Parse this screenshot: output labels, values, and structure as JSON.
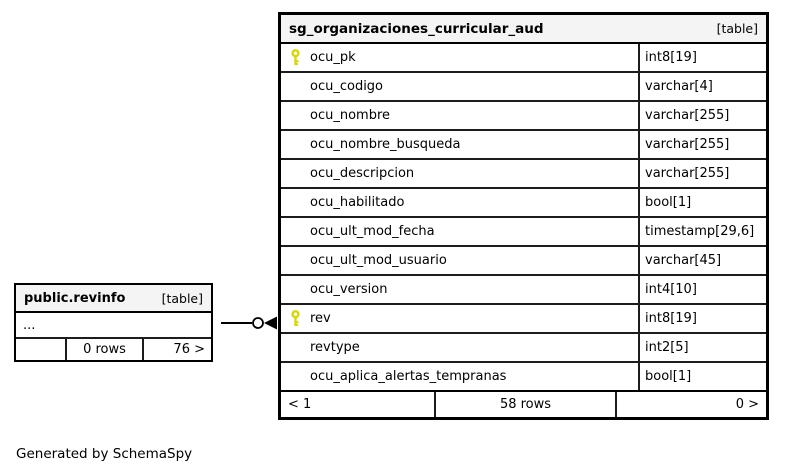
{
  "diagram": {
    "generator_note": "Generated by SchemaSpy",
    "main_table": {
      "title": "sg_organizaciones_curricular_aud",
      "badge": "[table]",
      "columns": [
        {
          "name": "ocu_pk",
          "type": "int8[19]",
          "pk": true
        },
        {
          "name": "ocu_codigo",
          "type": "varchar[4]",
          "pk": false
        },
        {
          "name": "ocu_nombre",
          "type": "varchar[255]",
          "pk": false
        },
        {
          "name": "ocu_nombre_busqueda",
          "type": "varchar[255]",
          "pk": false
        },
        {
          "name": "ocu_descripcion",
          "type": "varchar[255]",
          "pk": false
        },
        {
          "name": "ocu_habilitado",
          "type": "bool[1]",
          "pk": false
        },
        {
          "name": "ocu_ult_mod_fecha",
          "type": "timestamp[29,6]",
          "pk": false
        },
        {
          "name": "ocu_ult_mod_usuario",
          "type": "varchar[45]",
          "pk": false
        },
        {
          "name": "ocu_version",
          "type": "int4[10]",
          "pk": false
        },
        {
          "name": "rev",
          "type": "int8[19]",
          "pk": true
        },
        {
          "name": "revtype",
          "type": "int2[5]",
          "pk": false
        },
        {
          "name": "ocu_aplica_alertas_tempranas",
          "type": "bool[1]",
          "pk": false
        }
      ],
      "footer": {
        "left": "< 1",
        "center": "58 rows",
        "right": "0 >"
      }
    },
    "related_table": {
      "title": "public.revinfo",
      "badge": "[table]",
      "collapsed_columns": "...",
      "footer": {
        "left": "",
        "center": "0 rows",
        "right": "76 >"
      }
    },
    "colors": {
      "key_icon": "#d8d800",
      "header_bg": "#f4f4f4",
      "border": "#000000"
    }
  }
}
